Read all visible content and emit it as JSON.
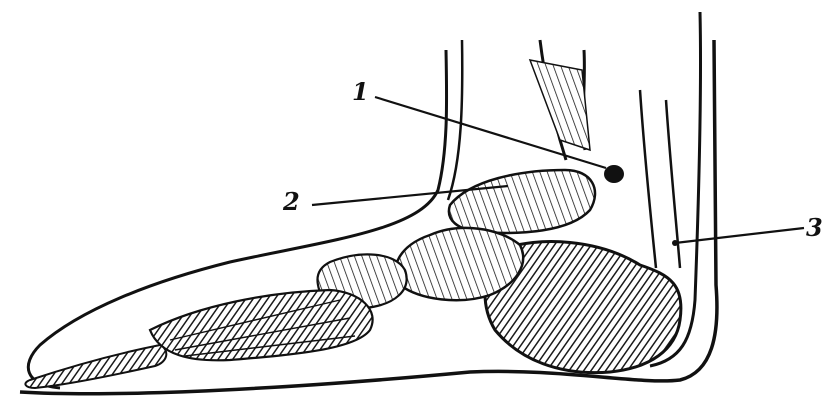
{
  "callouts": [
    {
      "number": "1"
    },
    {
      "number": "2"
    },
    {
      "number": "3"
    }
  ],
  "colors": {
    "ink": "#111111",
    "paper": "#ffffff",
    "hatch": "#1a1a1a"
  }
}
